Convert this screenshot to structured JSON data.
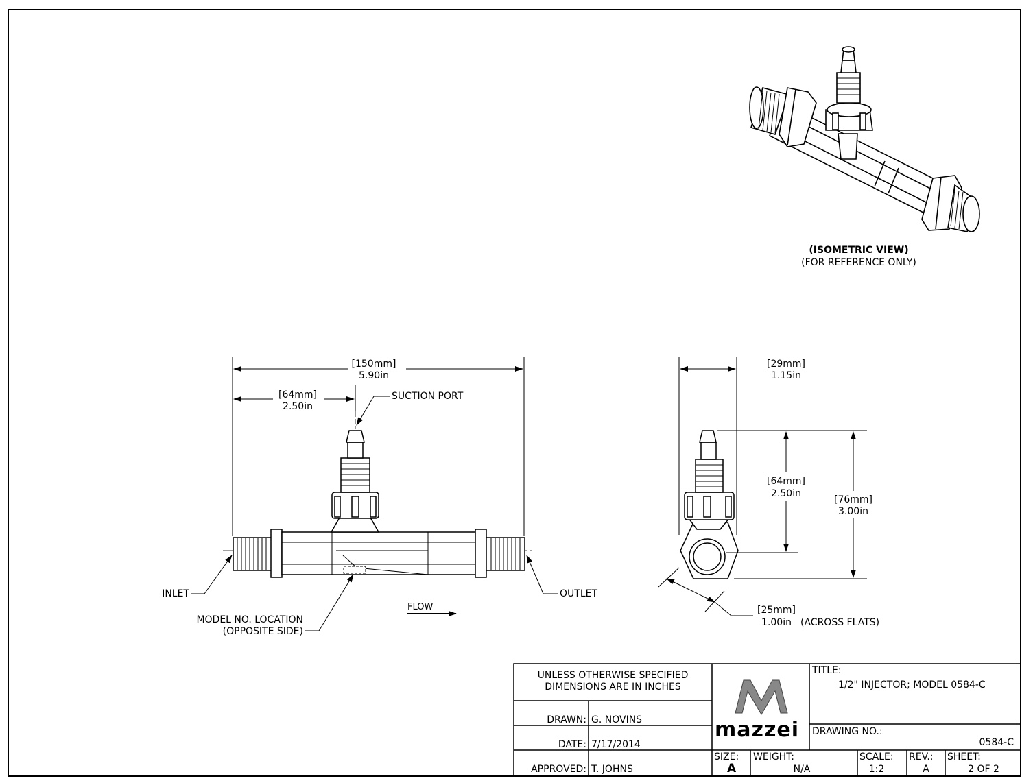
{
  "iso": {
    "title": "(ISOMETRIC VIEW)",
    "subtitle": "(FOR REFERENCE ONLY)"
  },
  "front": {
    "overall_mm": "[150mm]",
    "overall_in": "5.90in",
    "port_mm": "[64mm]",
    "port_in": "2.50in",
    "suction": "SUCTION PORT",
    "inlet": "INLET",
    "outlet": "OUTLET",
    "model_loc_1": "MODEL NO. LOCATION",
    "model_loc_2": "(OPPOSITE SIDE)",
    "flow": "FLOW"
  },
  "side": {
    "width_mm": "[29mm]",
    "width_in": "1.15in",
    "height_mm": "[64mm]",
    "height_in": "2.50in",
    "total_mm": "[76mm]",
    "total_in": "3.00in",
    "flats_mm": "[25mm]",
    "flats_in": "1.00in",
    "flats_note": "(ACROSS FLATS)"
  },
  "title_block": {
    "note_1": "UNLESS OTHERWISE SPECIFIED",
    "note_2": "DIMENSIONS ARE IN INCHES",
    "drawn_label": "DRAWN:",
    "drawn_value": "G. NOVINS",
    "date_label": "DATE:",
    "date_value": "7/17/2014",
    "approved_label": "APPROVED:",
    "approved_value": "T. JOHNS",
    "logo_text": "mazzei",
    "title_label": "TITLE:",
    "title_value": "1/2\" INJECTOR; MODEL 0584-C",
    "drawing_no_label": "DRAWING NO.:",
    "drawing_no_value": "0584-C",
    "size_label": "SIZE:",
    "size_value": "A",
    "weight_label": "WEIGHT:",
    "weight_value": "N/A",
    "scale_label": "SCALE:",
    "scale_value": "1:2",
    "rev_label": "REV.:",
    "rev_value": "A",
    "sheet_label": "SHEET:",
    "sheet_value": "2 OF 2"
  }
}
